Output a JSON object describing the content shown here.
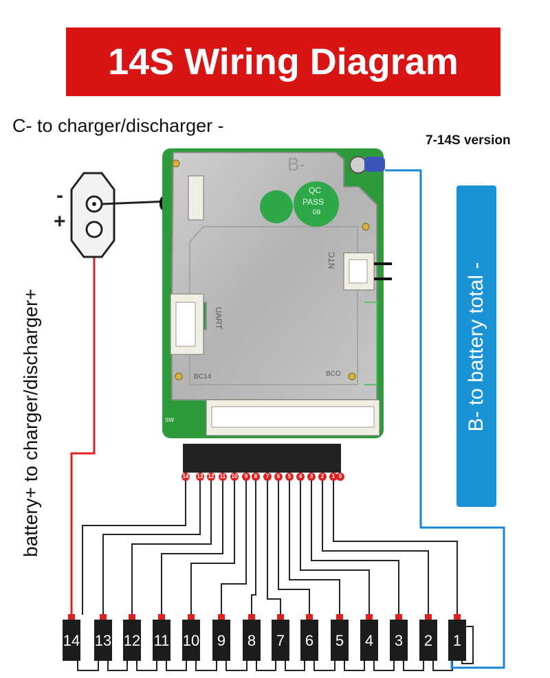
{
  "title": "14S Wiring Diagram",
  "labels": {
    "c_minus": "C- to charger/discharger -",
    "version": "7-14S version",
    "battery_plus": "battery+ to charger/discharger+",
    "b_minus": "B- to battery total -",
    "minus_sign": "-",
    "plus_sign": "+"
  },
  "board": {
    "b_minus_silk": "B-",
    "qc": "QC",
    "pass": "PASS",
    "qc_num": "09",
    "ntc": "NTC",
    "uart": "UART",
    "bc14": "BC14",
    "bco": "BCO",
    "sw": "SW"
  },
  "connector_pins": [
    "14",
    "13",
    "12",
    "11",
    "10",
    "9",
    "8",
    "7",
    "6",
    "5",
    "4",
    "3",
    "2",
    "1",
    "0"
  ],
  "cells": [
    "14",
    "13",
    "12",
    "11",
    "10",
    "9",
    "8",
    "7",
    "6",
    "5",
    "4",
    "3",
    "2",
    "1"
  ],
  "colors": {
    "banner": "#d81414",
    "blue_box": "#1a92d6",
    "wire_red": "#e02020",
    "wire_blue": "#1a86d6",
    "pcb_green": "#2f9a3c",
    "metal": "#b9b9b9"
  }
}
